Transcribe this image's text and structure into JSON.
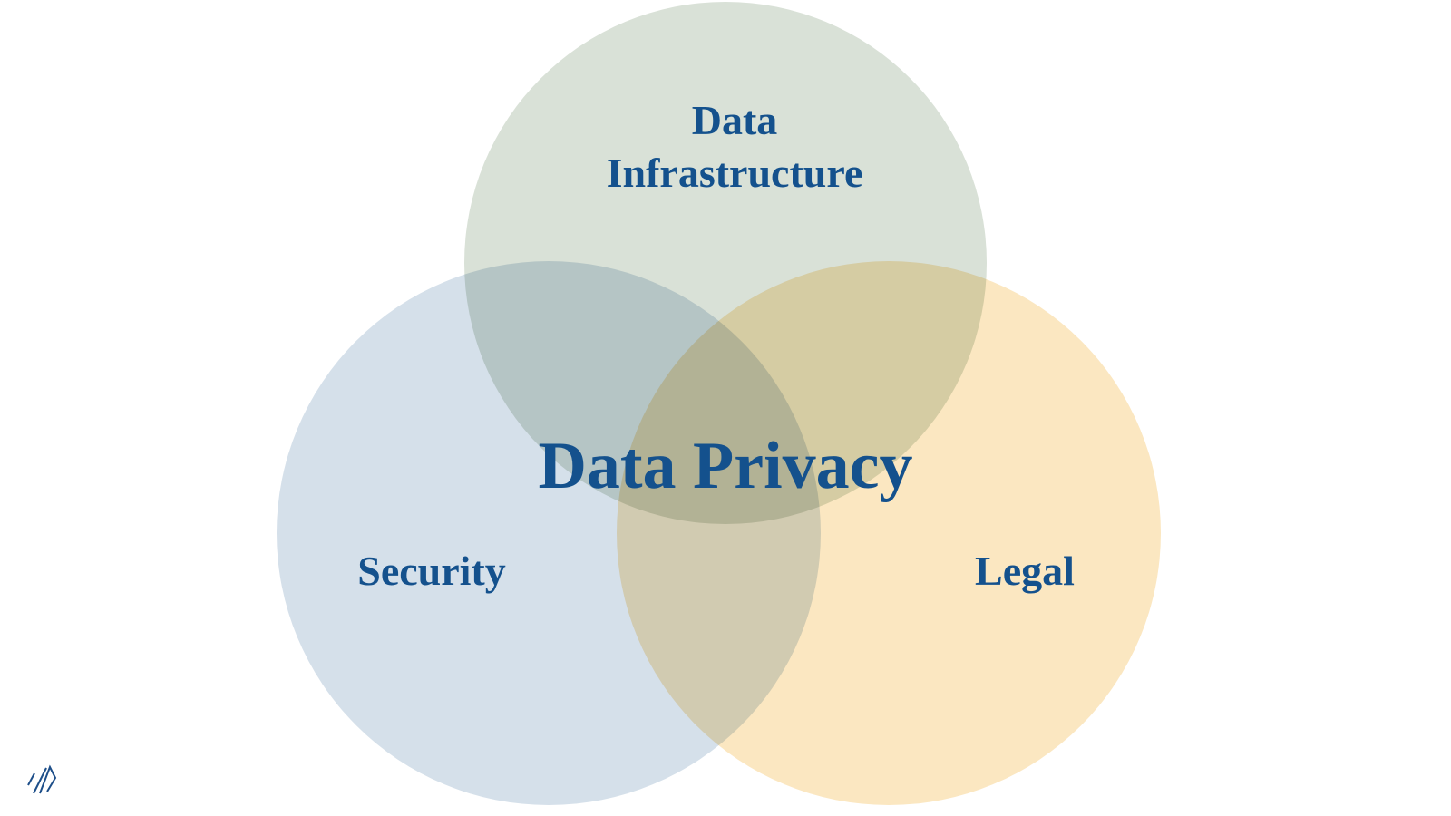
{
  "diagram": {
    "type": "venn",
    "title": "Data Privacy",
    "labels": {
      "top_line1": "Data",
      "top_line2": "Infrastructure",
      "left": "Security",
      "right": "Legal",
      "center": "Data Privacy"
    },
    "circles": [
      {
        "id": "data-infrastructure",
        "label": "Data Infrastructure",
        "color": "#d9e1d7",
        "position": "top"
      },
      {
        "id": "security",
        "label": "Security",
        "color": "#d5e0ea",
        "position": "bottom-left"
      },
      {
        "id": "legal",
        "label": "Legal",
        "color": "#fbe7c1",
        "position": "bottom-right"
      }
    ],
    "colors": {
      "background": "#ffffff",
      "label_text": "#14518d",
      "overlap_blue_green": "#b8c9c6",
      "overlap_green_yellow": "#d6cfa8",
      "overlap_blue_yellow": "#dbd1b2",
      "logo_stroke": "#1d4e89"
    }
  },
  "logo": {
    "name": "brand-logomark"
  }
}
